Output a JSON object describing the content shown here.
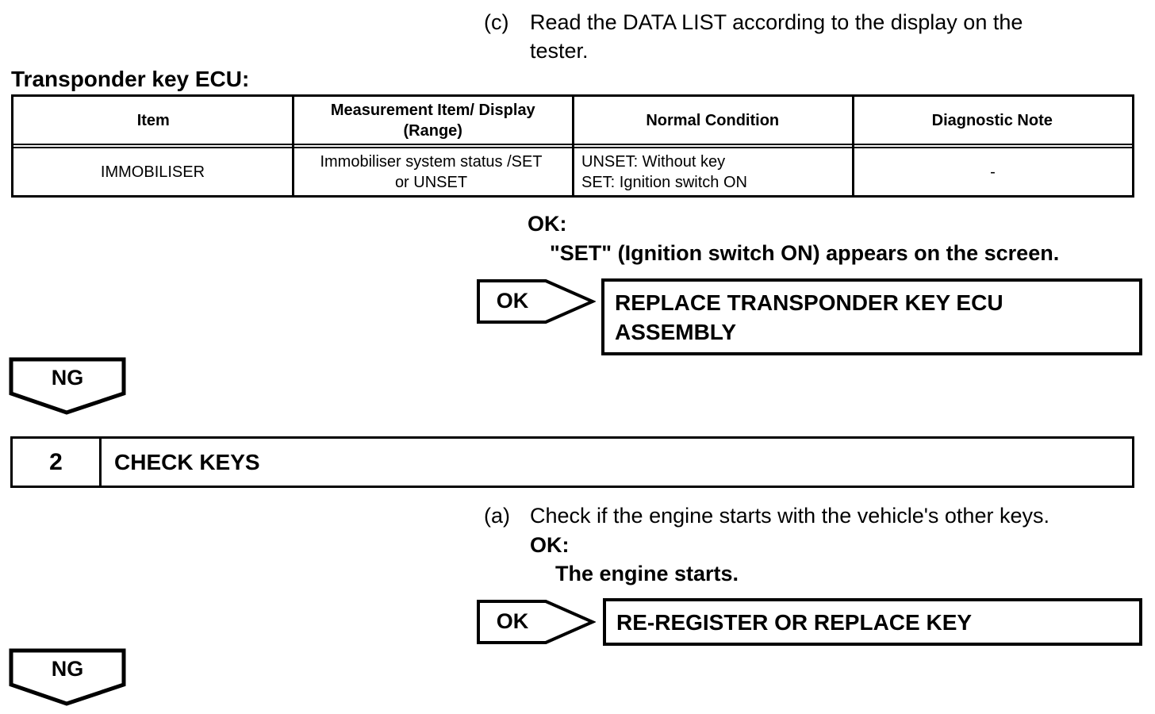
{
  "colors": {
    "ink": "#000000",
    "paper": "#ffffff"
  },
  "instruction_c": {
    "marker": "(c)",
    "text": "Read the DATA LIST according to the display on the\ntester."
  },
  "table": {
    "title": "Transponder key ECU:",
    "headers": [
      "Item",
      "Measurement Item/ Display\n(Range)",
      "Normal Condition",
      "Diagnostic Note"
    ],
    "row": {
      "cells": [
        "IMMOBILISER",
        "Immobiliser system status /SET\nor UNSET",
        "UNSET: Without key\nSET: Ignition switch ON",
        "-"
      ]
    }
  },
  "flow1": {
    "ok_heading": "OK:",
    "ok_condition": "\"SET\" (Ignition switch ON) appears on the screen.",
    "ok_arrow_label": "OK",
    "action": "REPLACE TRANSPONDER KEY ECU\nASSEMBLY",
    "ng_arrow_label": "NG"
  },
  "step2": {
    "number": "2",
    "title": "CHECK KEYS"
  },
  "flow2": {
    "instruction_marker": "(a)",
    "instruction": "Check if the engine starts with the vehicle's other keys.",
    "ok_heading": "OK:",
    "ok_condition": "The engine starts.",
    "ok_arrow_label": "OK",
    "action": "RE-REGISTER OR REPLACE KEY",
    "ng_arrow_label": "NG"
  }
}
